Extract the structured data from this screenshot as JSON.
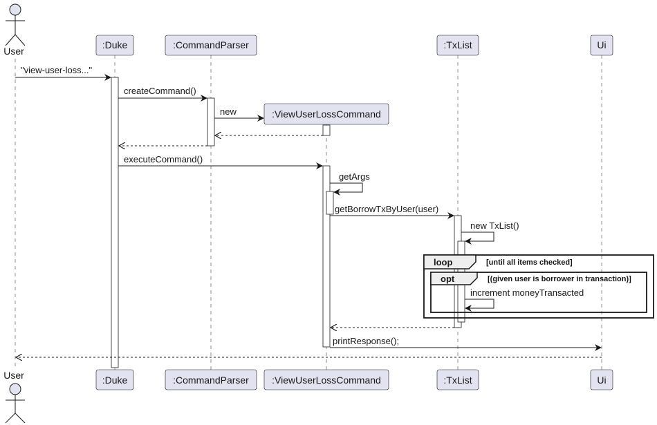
{
  "diagram": {
    "actor": {
      "label": "User"
    },
    "participants": {
      "duke": ":Duke",
      "parser": ":CommandParser",
      "command": ":ViewUserLossCommand",
      "txlist": ":TxList",
      "ui": "Ui"
    },
    "messages": {
      "m1": "\"view-user-loss...\"",
      "m2": "createCommand()",
      "m3": "new",
      "m4": "executeCommand()",
      "m5": "getArgs",
      "m6": "getBorrowTxByUser(user)",
      "m7": "new TxList()",
      "m8": "increment moneyTransacted",
      "m9": "printResponse();"
    },
    "frames": {
      "loop": {
        "keyword": "loop",
        "guard": "[until all items checked]"
      },
      "opt": {
        "keyword": "opt",
        "guard": "[(given user is borrower in transaction)]"
      }
    }
  },
  "colors": {
    "participant_fill": "#e2e2f0",
    "line": "#181818",
    "frame_header": "#eeeeee",
    "background": "#ffffff"
  }
}
